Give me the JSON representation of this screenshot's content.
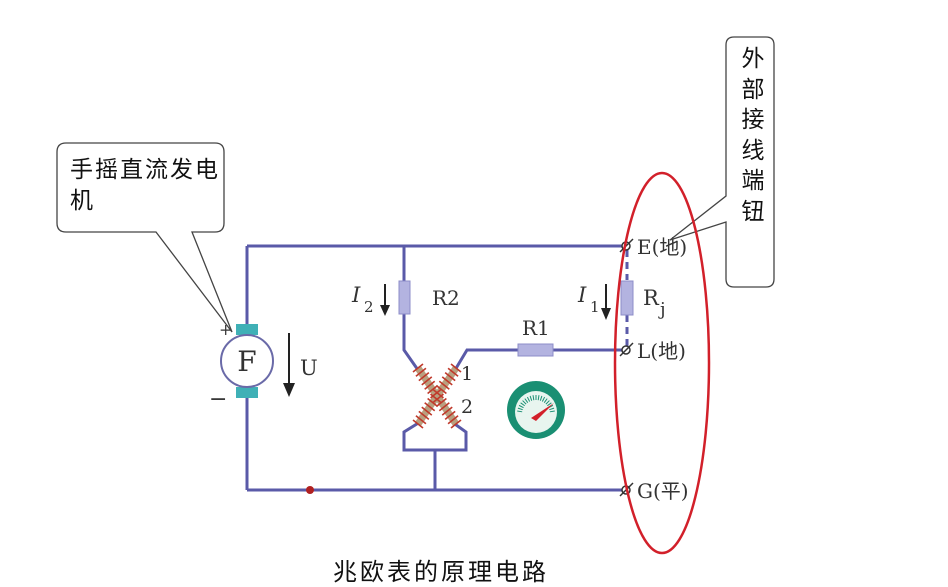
{
  "callouts": {
    "generator": "手摇直流发电机",
    "terminals": [
      "外",
      "部",
      "接",
      "线",
      "端",
      "钮"
    ]
  },
  "generator": {
    "symbol": "F",
    "plus": "+",
    "minus": "−",
    "voltage_label": "U"
  },
  "resistors": {
    "r2": "R2",
    "r1": "R1",
    "rj": "R",
    "rj_sub": "j"
  },
  "currents": {
    "i2": "I",
    "i2_sub": "2",
    "i1": "I",
    "i1_sub": "1"
  },
  "coils": {
    "coil1": "1",
    "coil2": "2"
  },
  "terminals": {
    "e": "E(地)",
    "l": "L(地)",
    "g": "G(平)"
  },
  "caption": "兆欧表的原理电路",
  "colors": {
    "wire": "#5a5aa8",
    "resistor": "#b3b3e0",
    "ellipse": "#d2202a",
    "meter": "#1a8f73"
  }
}
